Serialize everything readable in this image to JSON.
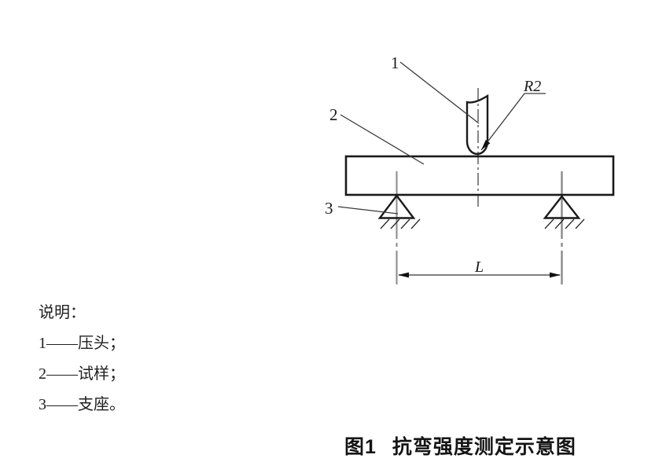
{
  "diagram": {
    "callouts": {
      "press_head_number": "1",
      "specimen_number": "2",
      "support_number": "3"
    },
    "radius_label": "R2",
    "span_label": "L",
    "colors": {
      "line": "#1a1a1a",
      "centerline": "#8a8a8a",
      "leader": "#3a3a3a",
      "arrow_fill": "#111111"
    }
  },
  "legend": {
    "title": "说明：",
    "items": [
      "1——压头；",
      "2——试样；",
      "3——支座。"
    ]
  },
  "caption": {
    "number": "图1",
    "title": "抗弯强度测定示意图"
  }
}
